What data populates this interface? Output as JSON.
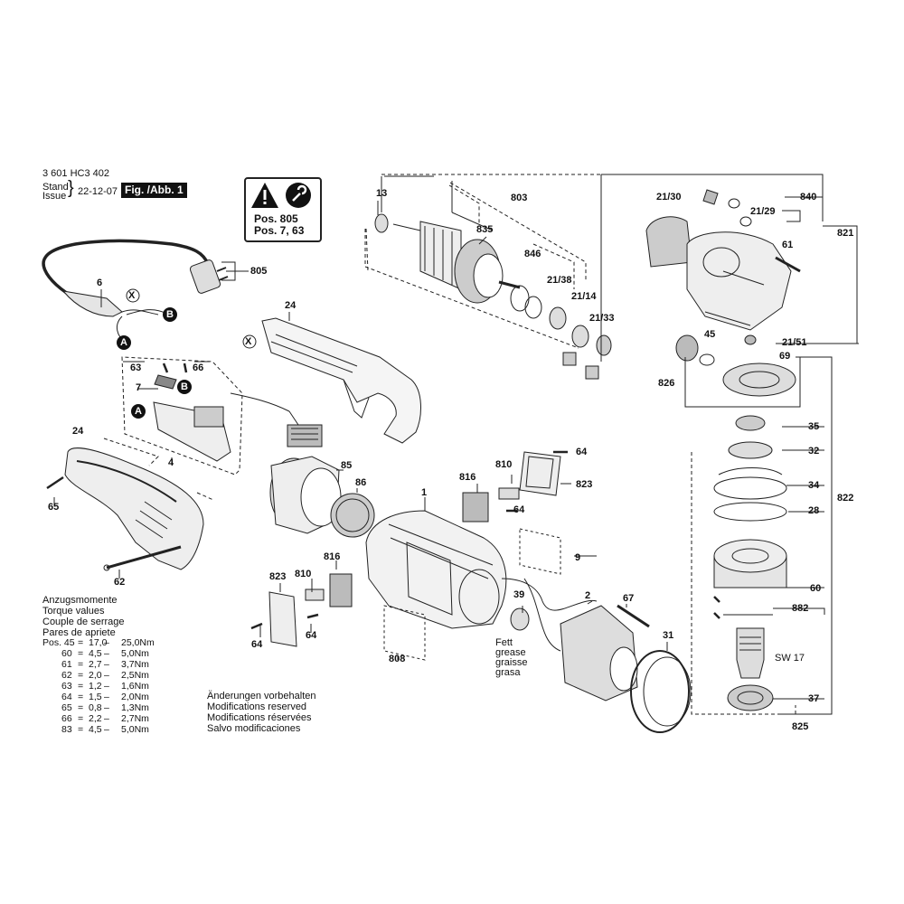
{
  "header": {
    "doc_number": "3 601 HC3 402",
    "stand": "Stand",
    "issue": "Issue",
    "date": "22-12-07",
    "figure": "Fig. /Abb. 1"
  },
  "warning": {
    "pos1": "Pos. 805",
    "pos2": "Pos. 7, 63"
  },
  "torque": {
    "titles": [
      "Anzugsmomente",
      "Torque values",
      "Couple de serrage",
      "Pares de apriete"
    ],
    "rows": [
      [
        "Pos. 45",
        "=",
        "17,0",
        "–",
        "25,0Nm"
      ],
      [
        "60",
        "=",
        "4,5",
        "–",
        "5,0Nm"
      ],
      [
        "61",
        "=",
        "2,7",
        "–",
        "3,7Nm"
      ],
      [
        "62",
        "=",
        "2,0",
        "–",
        "2,5Nm"
      ],
      [
        "63",
        "=",
        "1,2",
        "–",
        "1,6Nm"
      ],
      [
        "64",
        "=",
        "1,5",
        "–",
        "2,0Nm"
      ],
      [
        "65",
        "=",
        "0,8",
        "–",
        "1,3Nm"
      ],
      [
        "66",
        "=",
        "2,2",
        "–",
        "2,7Nm"
      ],
      [
        "83",
        "=",
        "4,5",
        "–",
        "5,0Nm"
      ]
    ]
  },
  "modifications": [
    "Änderungen vorbehalten",
    "Modifications reserved",
    "Modifications réservées",
    "Salvo modificaciones"
  ],
  "grease": [
    "Fett",
    "grease",
    "graisse",
    "grasa"
  ],
  "wrench": "SW 17",
  "markers": {
    "a": "A",
    "b": "B",
    "x": "X"
  },
  "parts": {
    "p13": "13",
    "p803": "803",
    "p835": "835",
    "p846": "846",
    "p21_38": "21/38",
    "p21_14": "21/14",
    "p21_33": "21/33",
    "p21_30": "21/30",
    "p840": "840",
    "p21_29": "21/29",
    "p821": "821",
    "p61": "61",
    "p45": "45",
    "p21_51": "21/51",
    "p69": "69",
    "p826": "826",
    "p35": "35",
    "p32": "32",
    "p34": "34",
    "p28": "28",
    "p822": "822",
    "p60": "60",
    "p882": "882",
    "p37": "37",
    "p825": "825",
    "p31": "31",
    "p2": "2",
    "p67": "67",
    "p39": "39",
    "p808": "808",
    "p1": "1",
    "p9": "9",
    "p816a": "816",
    "p810a": "810",
    "p64a": "64",
    "p823a": "823",
    "p64b": "64",
    "p816b": "816",
    "p810b": "810",
    "p823b": "823",
    "p64c": "64",
    "p64d": "64",
    "p85": "85",
    "p86": "86",
    "p24a": "24",
    "p24b": "24",
    "p6": "6",
    "p805": "805",
    "p63": "63",
    "p66": "66",
    "p7": "7",
    "p4": "4",
    "p65": "65",
    "p62": "62"
  }
}
